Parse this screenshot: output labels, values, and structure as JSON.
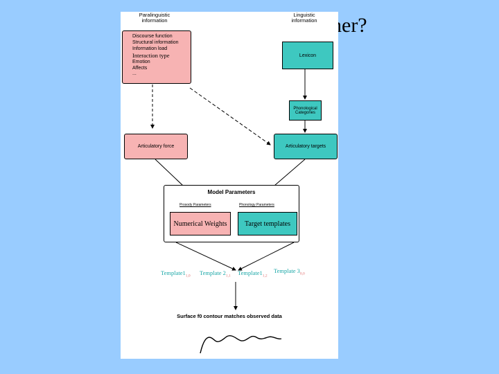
{
  "slide": {
    "title_fragment": "her?"
  },
  "diagram": {
    "header_left": "Paralinguistic information",
    "header_right": "Linguistic information",
    "paralinguistic_list": [
      "Discourse function",
      "Structural information",
      "Information load",
      "Interaction type",
      "Emotion",
      "Affects",
      "..."
    ],
    "lexicon": "Lexicon",
    "phonological": "Phonological Categories",
    "articulatory_force": "Articulatory force",
    "articulatory_targets": "Articulatory targets",
    "model_title": "Model Parameters",
    "model_sub_left": "Prosody Parameters",
    "model_sub_right": "Phonology Parameters",
    "numerical_weights": "Numerical Weights",
    "target_templates": "Target templates",
    "templates": [
      {
        "label": "Template1",
        "sub": "1,0"
      },
      {
        "label": "Template 2",
        "sub": "1,1"
      },
      {
        "label": "Template1",
        "sub": "1,2"
      },
      {
        "label": "Template 3",
        "sub": "0,0"
      }
    ],
    "surface_label": "Surface f0 contour matches observed data"
  },
  "colors": {
    "background": "#99ccff",
    "pink": "#f7b3b3",
    "teal": "#3ec8c0",
    "template_text": "#1aa7a7"
  }
}
